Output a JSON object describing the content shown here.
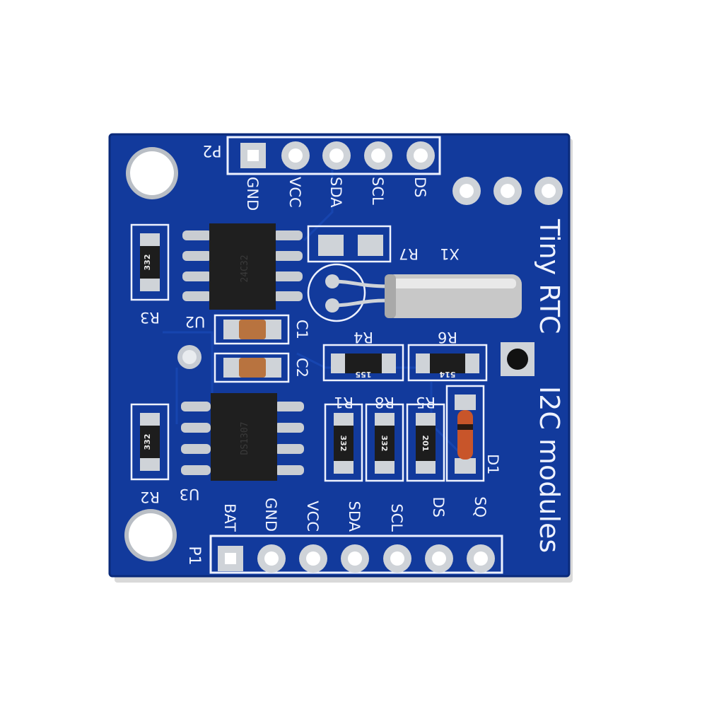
{
  "board": {
    "colors": {
      "pcb": "#123a9c",
      "pcb_edge": "#0a2a7a",
      "silkscreen": "#eef2ff",
      "pad": "#cfd3d8",
      "chip": "#1f1f1f",
      "crystal": "#c8c8c8",
      "background": "#ffffff"
    },
    "title_line1": "Tiny RTC",
    "title_line2": "I2C modules",
    "header_top": {
      "label": "P2",
      "pins": [
        "GND",
        "VCC",
        "SDA",
        "SCL",
        "DS"
      ]
    },
    "header_bottom": {
      "label": "P1",
      "pins": [
        "BAT",
        "GND",
        "VCC",
        "SDA",
        "SCL",
        "DS",
        "SQ"
      ]
    },
    "chip_top": {
      "designator": "U2",
      "marking": "24C32"
    },
    "chip_bottom": {
      "designator": "U3",
      "marking": "DS1307"
    },
    "crystal": {
      "designator": "X1"
    },
    "capacitors": [
      "C1",
      "C2"
    ],
    "resistors": {
      "R3": {
        "designator": "R3",
        "code": "332"
      },
      "R2": {
        "designator": "R2",
        "code": "332"
      },
      "R4": {
        "designator": "R4",
        "code": "155"
      },
      "R6": {
        "designator": "R6",
        "code": "514"
      },
      "R1": {
        "designator": "R1",
        "code": "332"
      },
      "R8": {
        "designator": "R8",
        "code": "332"
      },
      "R5": {
        "designator": "R5",
        "code": "201"
      },
      "R7": {
        "designator": "R7"
      }
    },
    "diode": {
      "designator": "D1"
    }
  }
}
